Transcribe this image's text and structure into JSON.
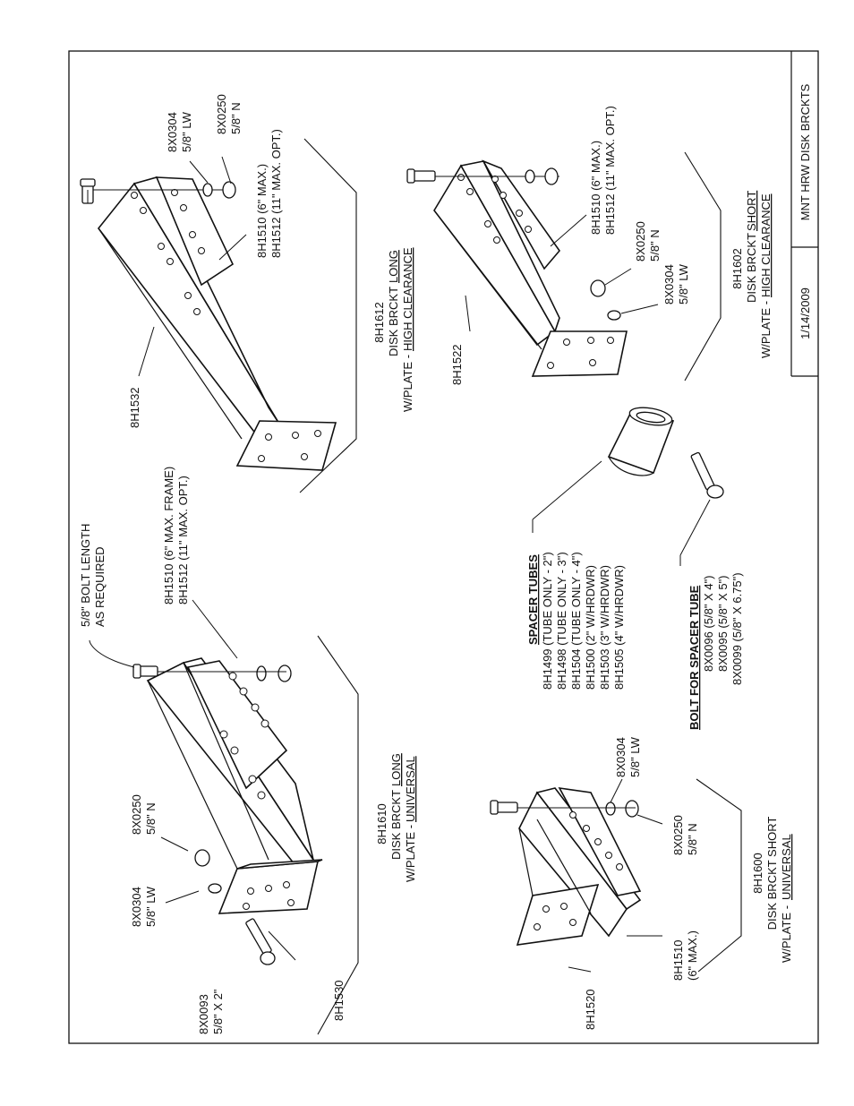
{
  "title_block": {
    "date": "1/14/2009",
    "title": "MNT HRW DISK BRCKTS"
  },
  "assemblies": {
    "long_universal": {
      "part_no": "8H1610",
      "line1": "DISK BRCKT",
      "line1_emph": "LONG",
      "line2": "W/PLATE -",
      "line2_emph": "UNIVERSAL"
    },
    "short_universal": {
      "part_no": "8H1600",
      "line1": "DISK BRCKT SHORT",
      "line2": "W/PLATE -",
      "line2_emph": "UNIVERSAL"
    },
    "long_high": {
      "part_no": "8H1612",
      "line1": "DISK BRCKT",
      "line1_emph": "LONG",
      "line2": "W/PLATE -",
      "line2_emph": "HIGH CLEARANCE"
    },
    "short_high": {
      "part_no": "8H1602",
      "line1": "DISK BRCKT",
      "line1_emph": "SHORT",
      "line2": "W/PLATE -",
      "line2_emph": "HIGH CLEARANCE"
    }
  },
  "callouts": {
    "lu_bolt_length": [
      "5/8\" BOLT LENGTH",
      "AS REQUIRED"
    ],
    "lu_frame": [
      "8H1510 (6\" MAX. FRAME)",
      "8H1512 (11\" MAX. OPT.)"
    ],
    "lu_nut": [
      "8X0250",
      "5/8\" N"
    ],
    "lu_lw": [
      "8X0304",
      "5/8\" LW"
    ],
    "lu_bolt": [
      "8X0093",
      "5/8\" X 2\""
    ],
    "lu_plate": [
      "8H1530"
    ],
    "su_frame": [
      "8H1510",
      "(6\" MAX.)"
    ],
    "su_plate": [
      "8H1520"
    ],
    "su_lw": [
      "8X0304",
      "5/8\" LW"
    ],
    "su_nut": [
      "8X0250",
      "5/8\" N"
    ],
    "lh_lw": [
      "8X0304",
      "5/8\" LW"
    ],
    "lh_nut": [
      "8X0250",
      "5/8\" N"
    ],
    "lh_frame": [
      "8H1510 (6\" MAX.)",
      "8H1512 (11\" MAX. OPT.)"
    ],
    "lh_plate": [
      "8H1532"
    ],
    "sh_frame": [
      "8H1510  (6\" MAX.)",
      "8H1512 (11\" MAX. OPT.)"
    ],
    "sh_nut": [
      "8X0250",
      "5/8\" N"
    ],
    "sh_lw": [
      "8X0304",
      "5/8\" LW"
    ],
    "sh_plate": [
      "8H1522"
    ]
  },
  "spacer_tubes": {
    "heading": "SPACER TUBES",
    "items": [
      "8H1499 (TUBE ONLY - 2\")",
      "8H1498 (TUBE ONLY - 3\")",
      "8H1504 (TUBE ONLY - 4\")",
      "8H1500 (2\" W/HRDWR)",
      "8H1503 (3\" W/HRDWR)",
      "8H1505 (4\" W/HRDWR)"
    ]
  },
  "spacer_bolts": {
    "heading": "BOLT FOR SPACER TUBE",
    "items": [
      "8X0096 (5/8\" X 4\")",
      "8X0095 (5/8\" X 5\")",
      "8X0099 (5/8\" X 6.75\")"
    ]
  }
}
